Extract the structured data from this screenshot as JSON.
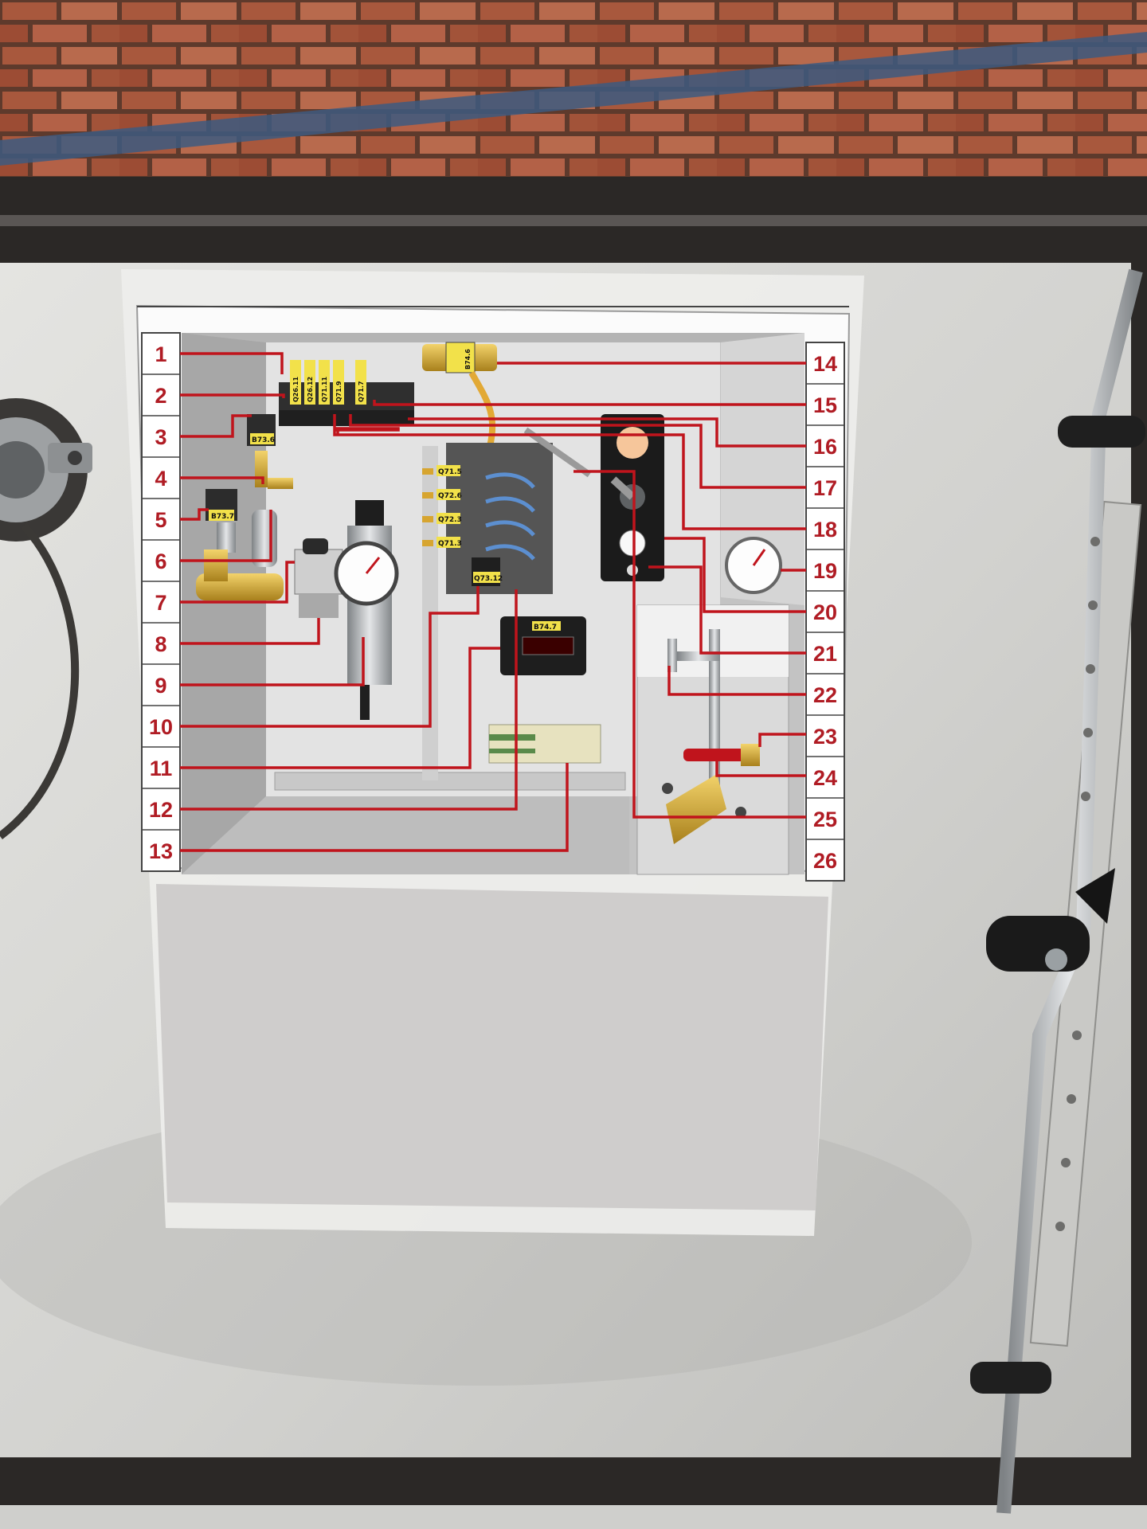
{
  "diagram": {
    "left_callouts": [
      "1",
      "2",
      "3",
      "4",
      "5",
      "6",
      "7",
      "8",
      "9",
      "10",
      "11",
      "12",
      "13"
    ],
    "right_callouts": [
      "14",
      "15",
      "16",
      "17",
      "18",
      "19",
      "20",
      "21",
      "22",
      "23",
      "24",
      "25",
      "26"
    ],
    "component_tags": {
      "b73_6": "B73.6",
      "b73_7": "B73.7",
      "b74_6": "B74.6",
      "b74_7": "B74.7",
      "q73_12": "Q73.12",
      "q71_5": "Q71.5",
      "q72_6": "Q72.6",
      "q72_3": "Q72.3",
      "q71_3": "Q71.3",
      "valve_top_1": "Q26.11",
      "valve_top_2": "Q26.12",
      "valve_top_3": "Q71.11",
      "valve_top_4": "Q71.9",
      "valve_top_5": "Q71.7"
    }
  },
  "colors": {
    "callout_red": "#b01c24",
    "brick": "#a5553b",
    "cabinet": "#d9d9d6",
    "frame": "#2b2826"
  }
}
